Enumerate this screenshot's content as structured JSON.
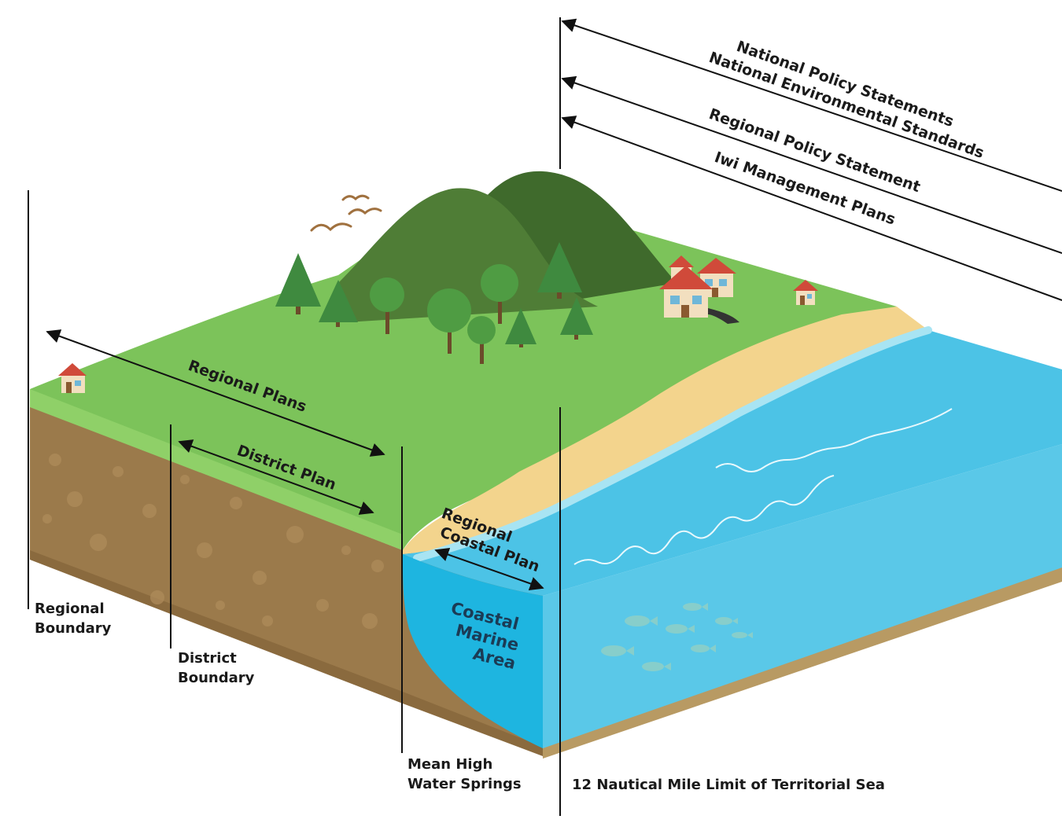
{
  "labels": {
    "national_policy": "National Policy Statements",
    "national_env": "National Environmental Standards",
    "regional_policy": "Regional Policy Statement",
    "iwi": "Iwi Management Plans",
    "regional_plans": "Regional Plans",
    "district_plan": "District Plan",
    "regional_coastal_1": "Regional",
    "regional_coastal_2": "Coastal Plan",
    "cma_1": "Coastal",
    "cma_2": "Marine",
    "cma_3": "Area",
    "regional_boundary_1": "Regional",
    "regional_boundary_2": "Boundary",
    "district_boundary_1": "District",
    "district_boundary_2": "Boundary",
    "mhws_1": "Mean High",
    "mhws_2": "Water Springs",
    "territorial_sea": "12 Nautical Mile Limit of Territorial Sea"
  },
  "colors": {
    "grass": "#7cc35a",
    "grass_dark": "#6bb34b",
    "soil": "#9b7a4b",
    "soil_dark": "#8a6a3e",
    "sand": "#f3d48d",
    "sea": "#4cc3e6",
    "sea_deep": "#1eb5e0",
    "hill_front": "#4f7d36",
    "hill_back": "#3f6a2c",
    "tree": "#3f8a3f",
    "line": "#111111"
  },
  "icons": [
    "house-icon",
    "tree-icon",
    "bird-icon",
    "fish-icon"
  ]
}
